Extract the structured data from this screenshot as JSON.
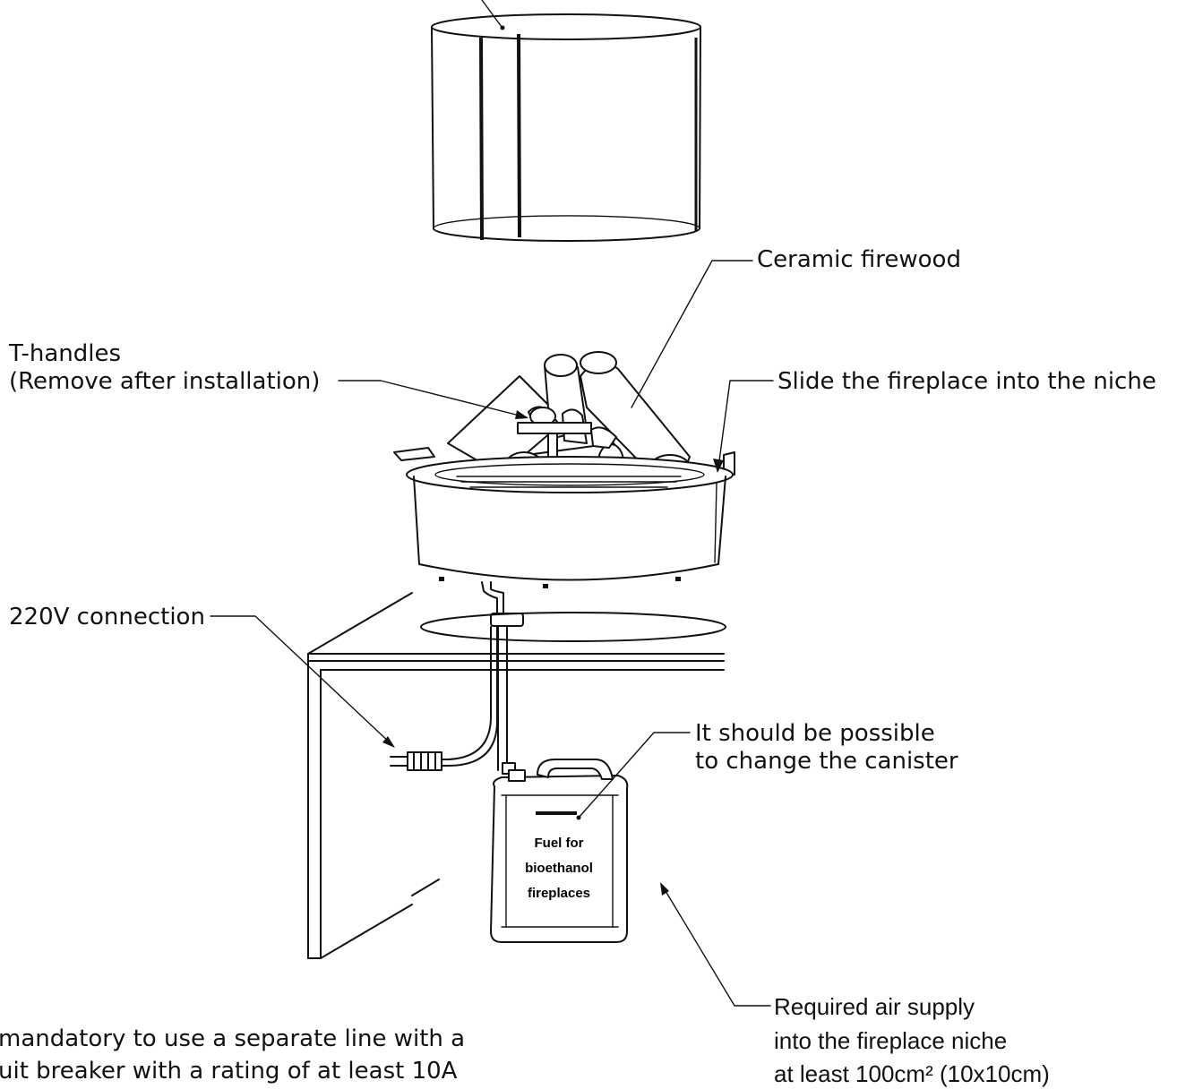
{
  "labels": {
    "ceramic_firewood": "Ceramic firewood",
    "t_handles_line1": "T-handles",
    "t_handles_line2": "(Remove after installation)",
    "slide_into_niche": "Slide the fireplace into the niche",
    "connection_220v": "220V connection",
    "change_canister_line1": "It should be possible",
    "change_canister_line2": "to change the canister",
    "air_supply_line1": "Required air supply",
    "air_supply_line2": "into the fireplace niche",
    "air_supply_line3": "at least 100cm² (10x10cm)",
    "mandatory_line1": "mandatory to use a separate line with a",
    "mandatory_line2": "uit breaker with a rating of at least 10A"
  },
  "canister": {
    "line1": "Fuel for",
    "line2": "bioethanol",
    "line3": "fireplaces"
  }
}
